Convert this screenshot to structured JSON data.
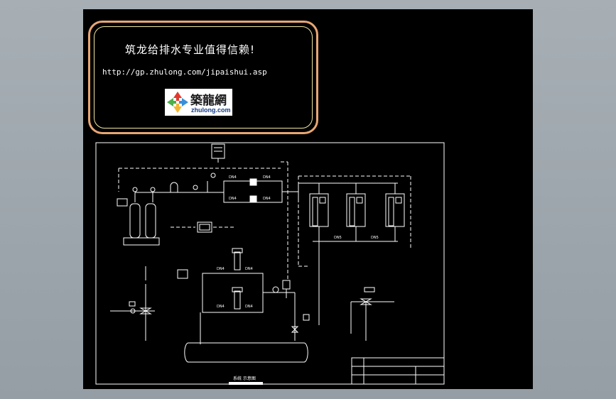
{
  "banner": {
    "title": "筑龙给排水专业值得信赖!",
    "url": "http://gp.zhulong.com/jipaishui.asp"
  },
  "logo": {
    "name_cn": "築龍網",
    "name_en": "zhulong.com",
    "colors": [
      "#e03a2e",
      "#3a8fd8",
      "#f2b632",
      "#4cae4c"
    ]
  },
  "drawing": {
    "colors": {
      "line": "#ffffff",
      "label": "#ffffff",
      "background": "#000000"
    },
    "valve_tag": "DN4",
    "valve_tag_lower": "DN5",
    "caption": "系统 示意图"
  }
}
